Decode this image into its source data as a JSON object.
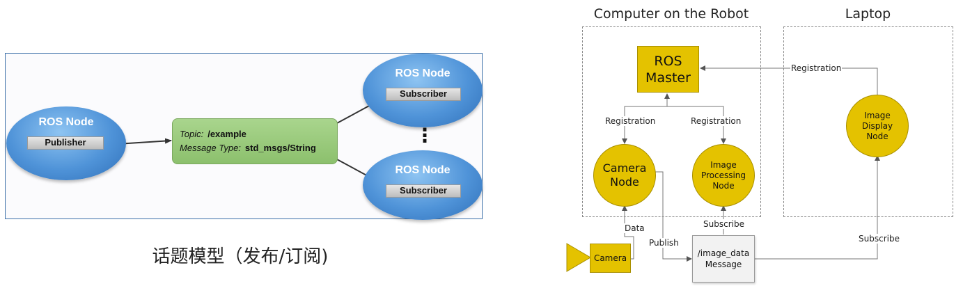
{
  "left_diagram": {
    "publisher": {
      "title": "ROS Node",
      "label": "Publisher"
    },
    "subscribers": [
      {
        "title": "ROS Node",
        "label": "Subscriber"
      },
      {
        "title": "ROS Node",
        "label": "Subscriber"
      }
    ],
    "topic": {
      "topic_key": "Topic:",
      "topic_value": "/example",
      "type_key": "Message Type:",
      "type_value": "std_msgs/String"
    },
    "ellipsis": "⋮",
    "caption": "话题模型（发布/订阅)"
  },
  "right_diagram": {
    "robot_title": "Computer on the Robot",
    "laptop_title": "Laptop",
    "ros_master": {
      "line1": "ROS",
      "line2": "Master"
    },
    "camera_node": {
      "line1": "Camera",
      "line2": "Node"
    },
    "image_processing_node": {
      "line1": "Image",
      "line2": "Processing",
      "line3": "Node"
    },
    "image_display_node": {
      "line1": "Image",
      "line2": "Display",
      "line3": "Node"
    },
    "camera": "Camera",
    "message": {
      "line1": "/image_data",
      "line2": "Message"
    },
    "labels": {
      "registration_camera": "Registration",
      "registration_processing": "Registration",
      "registration_display": "Registration",
      "data": "Data",
      "publish": "Publish",
      "subscribe_processing": "Subscribe",
      "subscribe_display": "Subscribe"
    }
  },
  "colors": {
    "ros_node_blue": "#4f93d8",
    "topic_green": "#9ccb7e",
    "node_yellow": "#e4c200",
    "connector_gray": "#777777"
  }
}
